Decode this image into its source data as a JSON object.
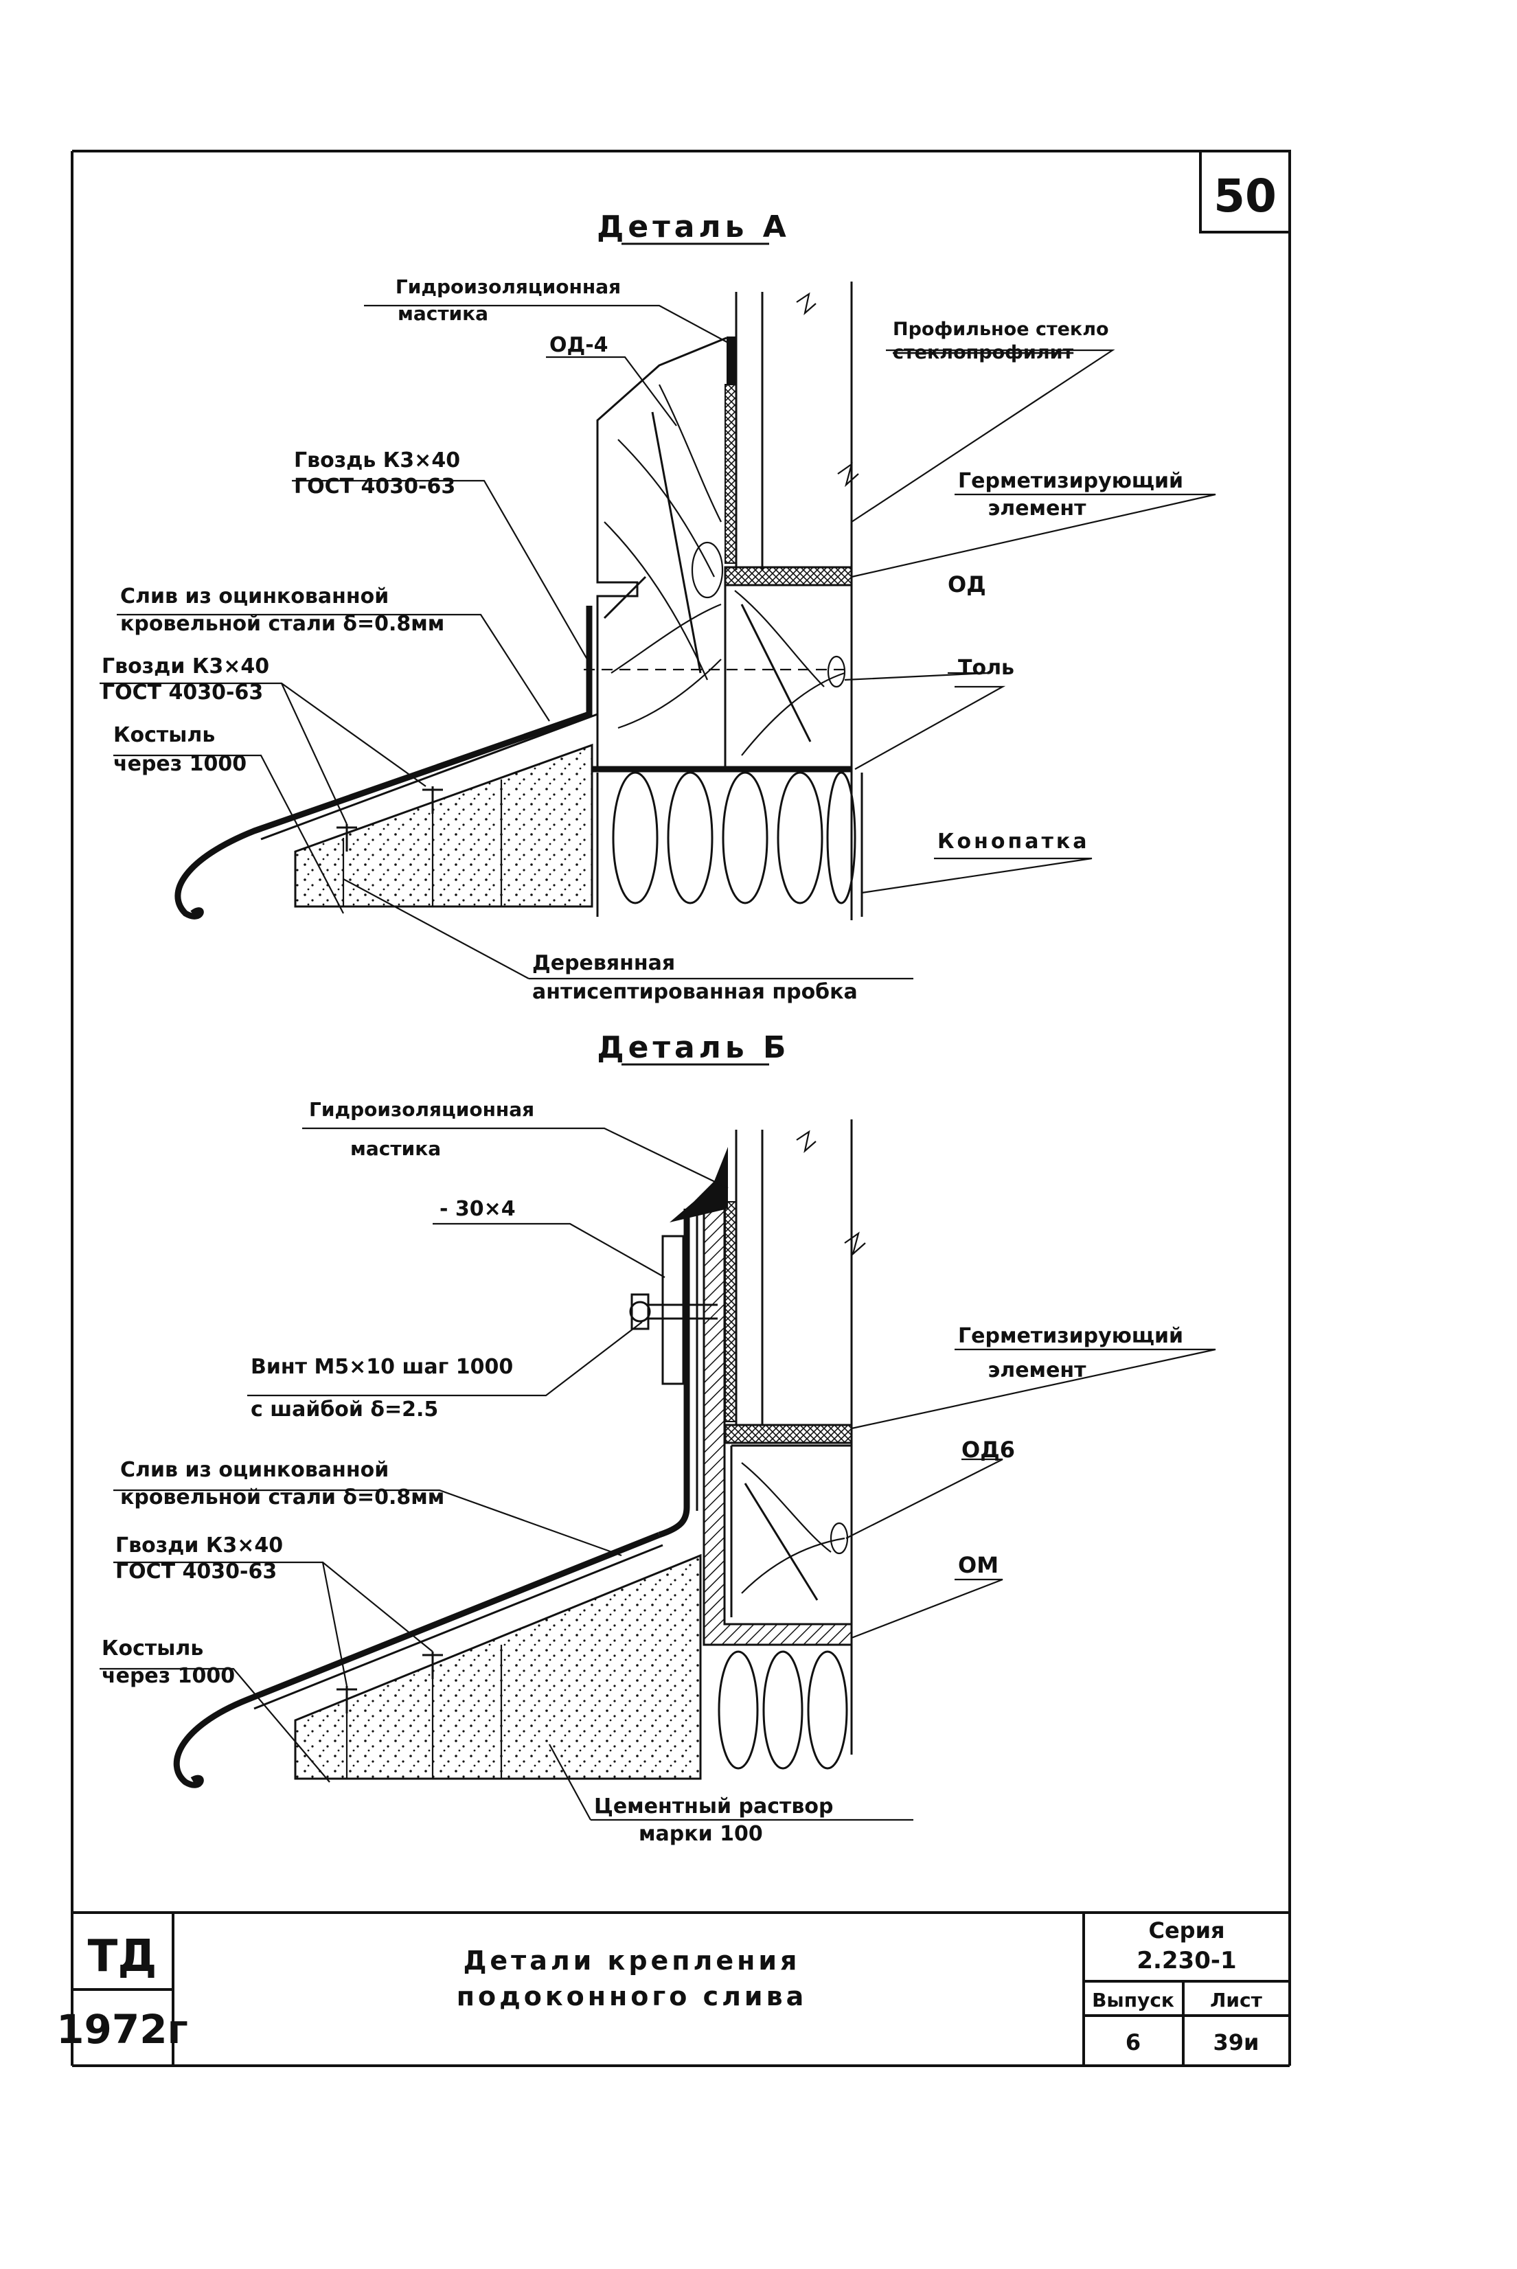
{
  "sheet": {
    "page_number": "50",
    "stamp_organization": "ТД",
    "stamp_year": "1972г",
    "title_line1": "Детали   крепления",
    "title_line2": "подоконного   слива",
    "series_label": "Серия",
    "series_value": "2.230-1",
    "issue_label": "Выпуск",
    "issue_value": "6",
    "sheet_label": "Лист",
    "sheet_value": "39и"
  },
  "detail_a": {
    "title": "Деталь А",
    "labels": {
      "mastic_1": "Гидроизоляционная",
      "mastic_2": "мастика",
      "od4": "ОД-4",
      "glass_1": "Профильное стекло",
      "glass_2": "стеклопрофилит",
      "nail_1": "Гвоздь К3×40",
      "nail_2": "ГОСТ 4030-63",
      "sealing_1": "Герметизирующий",
      "sealing_2": "элемент",
      "drip_1": "Слив из оцинкованной",
      "drip_2": "кровельной стали δ=0.8мм",
      "od": "ОД",
      "nails_1": "Гвозди К3×40",
      "nails_2": "ГОСТ 4030-63",
      "tol": "Толь",
      "crutch_1": "Костыль",
      "crutch_2": "через 1000",
      "caulk": "Конопатка",
      "plug_1": "Деревянная",
      "plug_2": "антисептированная пробка"
    }
  },
  "detail_b": {
    "title": "Деталь Б",
    "labels": {
      "mastic_1": "Гидроизоляционная",
      "mastic_2": "мастика",
      "strip": "- 30×4",
      "screw_1": "Винт М5×10 шаг 1000",
      "screw_2": "с шайбой δ=2.5",
      "sealing_1": "Герметизирующий",
      "sealing_2": "элемент",
      "drip_1": "Слив из оцинкованной",
      "drip_2": "кровельной стали δ=0.8мм",
      "od6": "ОД6",
      "nails_1": "Гвозди К3×40",
      "nails_2": "ГОСТ 4030-63",
      "om": "ОМ",
      "crutch_1": "Костыль",
      "crutch_2": "через 1000",
      "mortar_1": "Цементный раствор",
      "mortar_2": "марки 100"
    }
  }
}
